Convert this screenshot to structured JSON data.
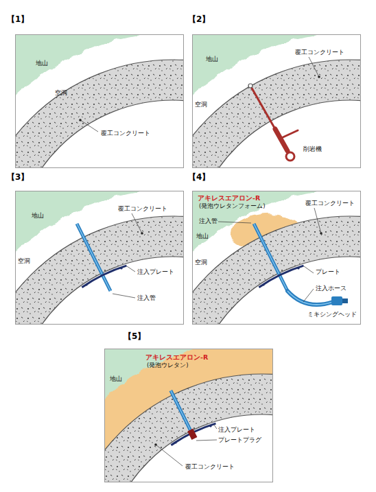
{
  "diagram": {
    "labels": [
      "【1】",
      "地山",
      "空洞",
      "覆工コンクリート",
      "【2】",
      "地山",
      "覆工コンクリート",
      "空洞",
      "削岩機",
      "【3】",
      "地山",
      "覆工コンクリート",
      "空洞",
      "注入プレート",
      "注入管",
      "【4】",
      "アキレスエアロン-R",
      "(発泡ウレタンフォーム)",
      "覆工コンクリート",
      "注入管",
      "地山",
      "空洞",
      "プレート",
      "注入ホース",
      "ミキシングヘッド",
      "【5】",
      "アキレスエアロン-R",
      "(発泡ウレタン)",
      "地山",
      "注入プレート",
      "プレートプラグ",
      "覆工コンクリート"
    ]
  }
}
